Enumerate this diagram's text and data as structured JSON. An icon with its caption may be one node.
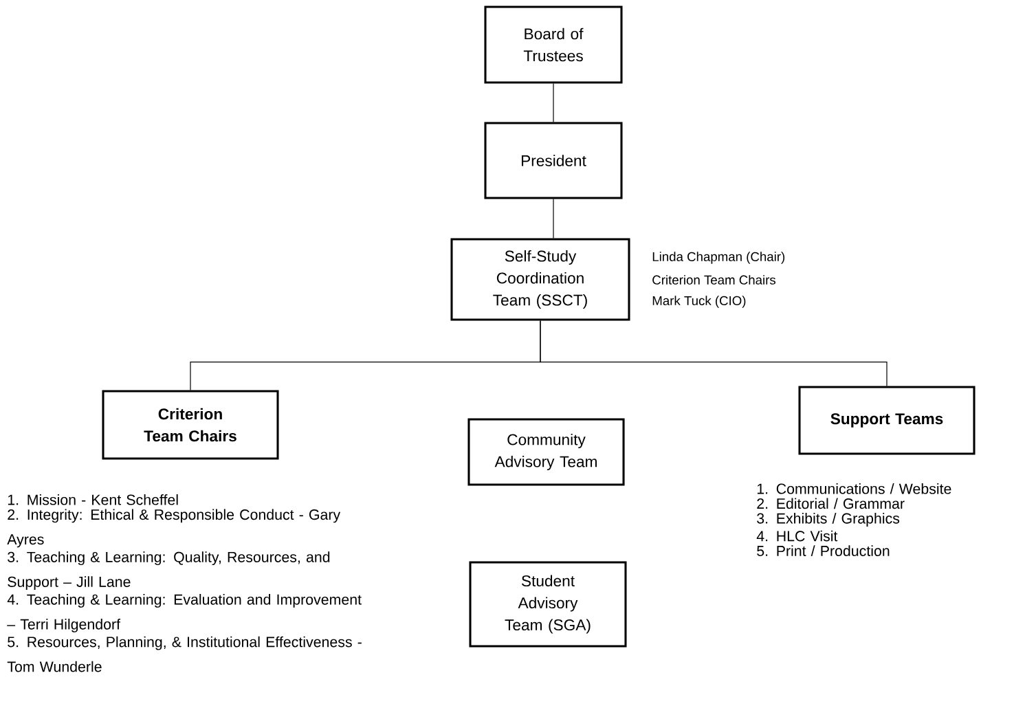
{
  "diagram": {
    "nodes": [
      {
        "text": [
          "Board of Trustees"
        ]
      },
      {
        "text": [
          "President"
        ]
      },
      {
        "text": [
          "Self-Study Coordination Team (SSCT)"
        ],
        "beside": [
          "Linda Chapman (Chair)",
          "Criterion Team Chairs",
          "Mark Tuck (CIO)"
        ]
      },
      {
        "text": [
          "Criterion Team Chairs"
        ]
      },
      {
        "text": [
          "Community Advisory Team"
        ]
      },
      {
        "text": [
          "Support Teams"
        ]
      },
      {
        "text": [
          "Student Advisory Team (SGA)"
        ]
      }
    ],
    "edges": [
      {
        "from": 0,
        "to": 1,
        "arrow": "none"
      },
      {
        "from": 1,
        "to": 2,
        "arrow": "none"
      },
      {
        "from": 2,
        "to": 3,
        "arrow": "none"
      },
      {
        "from": 2,
        "to": 5,
        "arrow": "none"
      }
    ],
    "labels": [
      "1. Mission - Kent Scheffel",
      "2. Integrity: Ethical & Responsible Conduct - Gary Ayres",
      "3. Teaching & Learning: Quality, Resources, and Support – Jill Lane",
      "4. Teaching & Learning: Evaluation and Improvement – Terri Hilgendorf",
      "5. Resources, Planning, & Institutional Effectiveness - Tom Wunderle",
      "1. Communications / Website",
      "2. Editorial / Grammar",
      "3. Exhibits / Graphics",
      "4. HLC Visit",
      "5. Print / Production"
    ]
  }
}
